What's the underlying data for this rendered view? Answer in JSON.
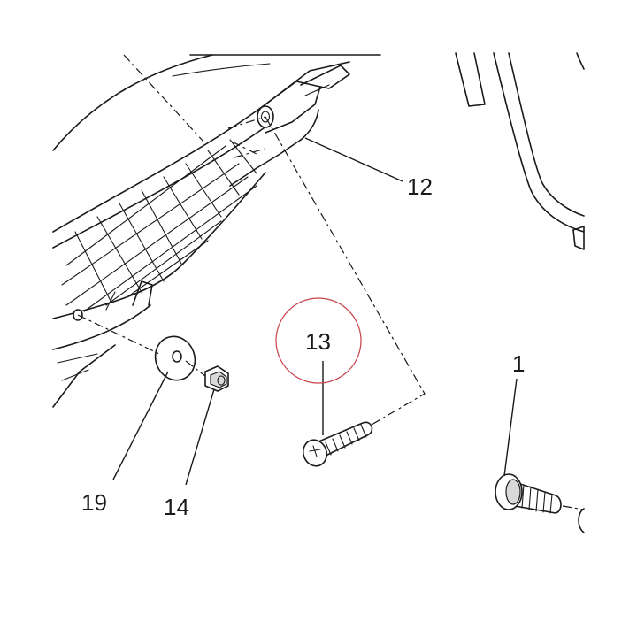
{
  "callouts": {
    "p12": "12",
    "p13": "13",
    "p1": "1",
    "p19": "19",
    "p14": "14"
  },
  "colors": {
    "line": "#1a1a1a",
    "highlight_circle": "#c8404a",
    "background": "#ffffff"
  }
}
